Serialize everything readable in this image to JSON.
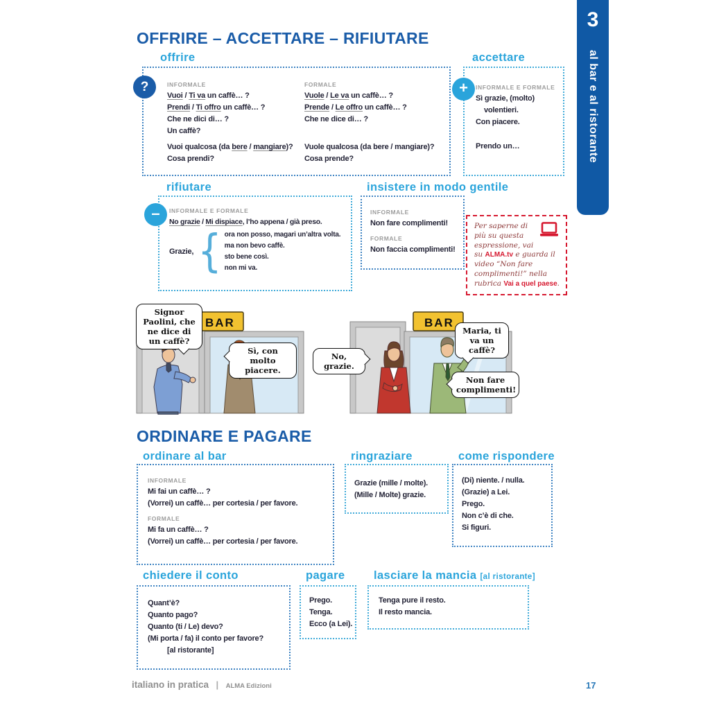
{
  "page": {
    "tab": {
      "number": "3",
      "label": "al bar e al ristorante",
      "color": "#1059A5"
    },
    "footer": {
      "brand": "italiano in pratica",
      "separator": "|",
      "publisher": "ALMA Edizioni",
      "page_number": "17"
    },
    "colors": {
      "title_blue": "#1A5CA8",
      "header_cyan": "#2AA4DB",
      "accent_red": "#D6182F",
      "text": "#232336",
      "label_gray": "#9C9C9C",
      "sign_gold": "#F2C230"
    }
  },
  "offrire_section": {
    "title": "OFFRIRE – ACCETTARE – RIFIUTARE",
    "offrire": {
      "label": "offrire",
      "informale_label": "INFORMALE",
      "formale_label": "FORMALE",
      "informale_lines": [
        [
          {
            "t": "Vuoi",
            "u": true
          },
          {
            "t": " / "
          },
          {
            "t": "Ti va",
            "u": true
          },
          {
            "t": " un caffè… ?"
          }
        ],
        [
          {
            "t": "Prendi",
            "u": true
          },
          {
            "t": " / "
          },
          {
            "t": "Ti offro",
            "u": true
          },
          {
            "t": " un caffè… ?"
          }
        ],
        [
          {
            "t": "Che ne dici di… ?"
          }
        ],
        [
          {
            "t": "Un caffè?"
          }
        ],
        [
          {
            "t": "Vuoi qualcosa (da "
          },
          {
            "t": "bere",
            "u": true
          },
          {
            "t": " / "
          },
          {
            "t": "mangiare",
            "u": true
          },
          {
            "t": ")?"
          }
        ],
        [
          {
            "t": "Cosa prendi?"
          }
        ]
      ],
      "formale_lines": [
        [
          {
            "t": "Vuole",
            "u": true
          },
          {
            "t": " / "
          },
          {
            "t": "Le va",
            "u": true
          },
          {
            "t": " un caffè… ?"
          }
        ],
        [
          {
            "t": "Prende",
            "u": true
          },
          {
            "t": " / "
          },
          {
            "t": "Le offro",
            "u": true
          },
          {
            "t": " un caffè… ?"
          }
        ],
        [
          {
            "t": "Che ne dice di… ?"
          }
        ],
        [
          {
            "t": "Vuole qualcosa (da bere / mangiare)?"
          }
        ],
        [
          {
            "t": "Cosa prende?"
          }
        ]
      ]
    },
    "accettare": {
      "label": "accettare",
      "register_label": "INFORMALE E FORMALE",
      "lines": [
        "Sì grazie, (molto)",
        "volentieri.",
        "Con piacere.",
        "Prendo un…"
      ]
    },
    "rifiutare": {
      "label": "rifiutare",
      "register_label": "INFORMALE E FORMALE",
      "main_line": [
        {
          "t": "No grazie",
          "u": true
        },
        {
          "t": " / "
        },
        {
          "t": "Mi dispiace",
          "u": true
        },
        {
          "t": ", l’ho appena / già preso."
        }
      ],
      "grazie_prefix": "Grazie,",
      "options": [
        "ora non posso, magari un’altra volta.",
        "ma non bevo caffè.",
        "sto bene così.",
        "non mi va."
      ]
    },
    "insistere": {
      "label": "insistere in modo gentile",
      "informale_label": "INFORMALE",
      "informale_line": "Non fare complimenti!",
      "formale_label": "FORMALE",
      "formale_line": "Non faccia complimenti!"
    },
    "alma_tip": {
      "text_segments": [
        {
          "t": "Per saperne di più su questa espressione, vai su "
        },
        {
          "t": "ALMA.tv",
          "hl": true
        },
        {
          "t": " e guarda il video “Non fare complimenti!” nella rubrica "
        },
        {
          "t": "Vai a quel paese",
          "hl": true
        },
        {
          "t": "."
        }
      ]
    },
    "comic_left": {
      "sign": "BAR",
      "bubble_question": "Signor Paolini, che ne dice di un caffè?",
      "bubble_answer": "Sì, con molto piacere."
    },
    "comic_right": {
      "sign": "BAR",
      "bubble_refuse": "No, grazie.",
      "bubble_offer": "Maria, ti va un caffè?",
      "bubble_insist": "Non fare complimenti!"
    }
  },
  "ordinare_section": {
    "title": "ORDINARE E PAGARE",
    "ordinare_al_bar": {
      "label": "ordinare al bar",
      "informale_label": "INFORMALE",
      "informale_lines": [
        "Mi fai un caffè… ?",
        "(Vorrei) un caffè… per cortesia / per favore."
      ],
      "formale_label": "FORMALE",
      "formale_lines": [
        "Mi fa un caffè… ?",
        "(Vorrei) un caffè… per cortesia / per favore."
      ]
    },
    "ringraziare": {
      "label": "ringraziare",
      "lines": [
        "Grazie (mille / molte).",
        "(Mille / Molte) grazie."
      ]
    },
    "come_rispondere": {
      "label": "come rispondere",
      "lines": [
        "(Di) niente. / nulla.",
        "(Grazie) a Lei.",
        "Prego.",
        "Non c’è di che.",
        "Si figuri."
      ]
    },
    "chiedere_il_conto": {
      "label": "chiedere il conto",
      "lines": [
        "Quant’è?",
        "Quanto pago?",
        "Quanto (ti / Le) devo?",
        "(Mi porta / fa) il conto per favore?",
        "[al ristorante]"
      ]
    },
    "pagare": {
      "label": "pagare",
      "lines": [
        "Prego.",
        "Tenga.",
        "Ecco (a Lei)."
      ]
    },
    "lasciare_la_mancia": {
      "label": "lasciare la mancia",
      "label_suffix": "[al ristorante]",
      "lines": [
        "Tenga pure il resto.",
        "Il resto mancia."
      ]
    }
  }
}
